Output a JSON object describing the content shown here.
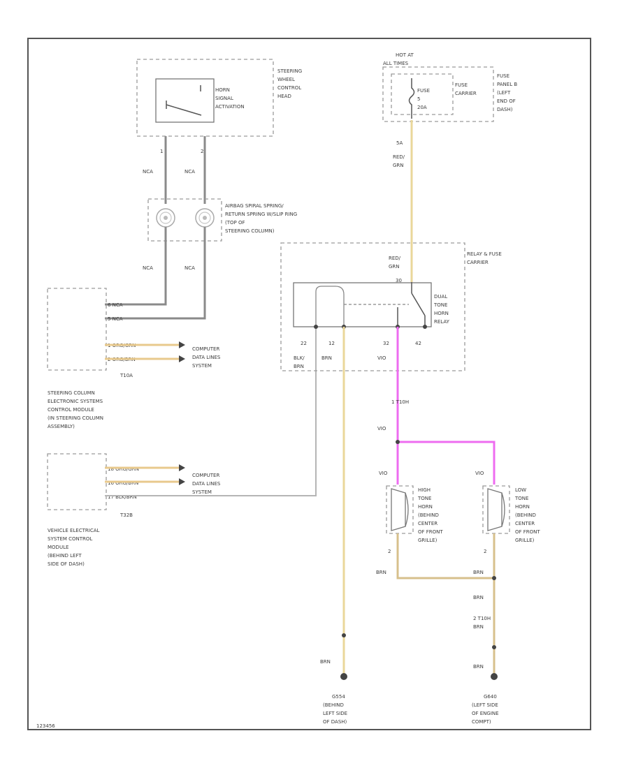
{
  "diagram": {
    "footer_code": "123456",
    "steering_head": {
      "label": [
        "STEERING",
        "WHEEL",
        "CONTROL",
        "HEAD"
      ],
      "switch_label": [
        "HORN",
        "SIGNAL",
        "ACTIVATION"
      ],
      "pins": [
        "1",
        "2"
      ]
    },
    "wire_color_nca": "NCA",
    "spring_label": [
      "AIRBAG SPIRAL SPRING/",
      "RETURN SPRING W/SLIP RING",
      "(TOP OF",
      "STEERING COLUMN)"
    ],
    "fuse_block": {
      "hot_label": [
        "HOT AT",
        "ALL TIMES"
      ],
      "fuse_label": [
        "FUSE",
        "5",
        "20A"
      ],
      "carrier_label": [
        "FUSE",
        "CARRIER"
      ],
      "panel_label": [
        "FUSE",
        "PANEL B",
        "(LEFT",
        "END OF",
        "DASH)"
      ],
      "pin": "5A",
      "wire_color": [
        "RED/",
        "GRN"
      ]
    },
    "relay": {
      "carrier_label": [
        "RELAY & FUSE",
        "CARRIER"
      ],
      "relay_label": [
        "DUAL",
        "TONE",
        "HORN",
        "RELAY"
      ],
      "top_wire_color": [
        "RED/",
        "GRN"
      ],
      "top_pin": "30",
      "pins": [
        "22",
        "12",
        "32",
        "42"
      ],
      "pin_colors": [
        [
          "BLK/",
          "BRN"
        ],
        [
          "BRN"
        ],
        [
          "VIO"
        ],
        [
          ""
        ]
      ]
    },
    "module_1": {
      "connector": "T10A",
      "pin_labels": [
        "6 NCA",
        "5 NCA",
        "1 ORG/GRN",
        "2 ORG/BRN"
      ],
      "computer_label": [
        "COMPUTER",
        "DATA LINES",
        "SYSTEM"
      ],
      "label": [
        "STEERING COLUMN",
        "ELECTRONIC SYSTEMS",
        "CONTROL MODULE",
        "(IN STEERING COLUMN",
        "ASSEMBLY)"
      ]
    },
    "module_2": {
      "connector": "T32B",
      "pin_labels": [
        "18 ORG/GRN",
        "16 ORG/BRN",
        "17 BLK/BRN"
      ],
      "computer_label": [
        "COMPUTER",
        "DATA LINES",
        "SYSTEM"
      ],
      "label": [
        "VEHICLE ELECTRICAL",
        "SYSTEM CONTROL",
        "MODULE",
        "(BEHIND LEFT",
        "SIDE OF DASH)"
      ]
    },
    "vio_connector": "1 T10H",
    "vio_color": "VIO",
    "high_horn": {
      "wire_color": "VIO",
      "label": [
        "HIGH",
        "TONE",
        "HORN",
        "(BEHIND",
        "CENTER",
        "OF FRONT",
        "GRILLE)"
      ],
      "pin": "2",
      "ground_color": "BRN"
    },
    "low_horn": {
      "wire_color": "VIO",
      "label": [
        "LOW",
        "TONE",
        "HORN",
        "(BEHIND",
        "CENTER",
        "OF FRONT",
        "GRILLE)"
      ],
      "pin": "2",
      "ground_color": "BRN"
    },
    "low_ground_wire": {
      "color_top": "BRN",
      "connector": "2 T10H",
      "color_bottom": "BRN",
      "color_end": "BRN"
    },
    "ground_left": {
      "wire_color": "BRN",
      "id": "G554",
      "label": [
        "(BEHIND",
        "LEFT SIDE",
        "OF DASH)"
      ]
    },
    "ground_right": {
      "id": "G640",
      "label": [
        "(LEFT SIDE",
        "OF ENGINE",
        "COMPT)"
      ]
    }
  }
}
